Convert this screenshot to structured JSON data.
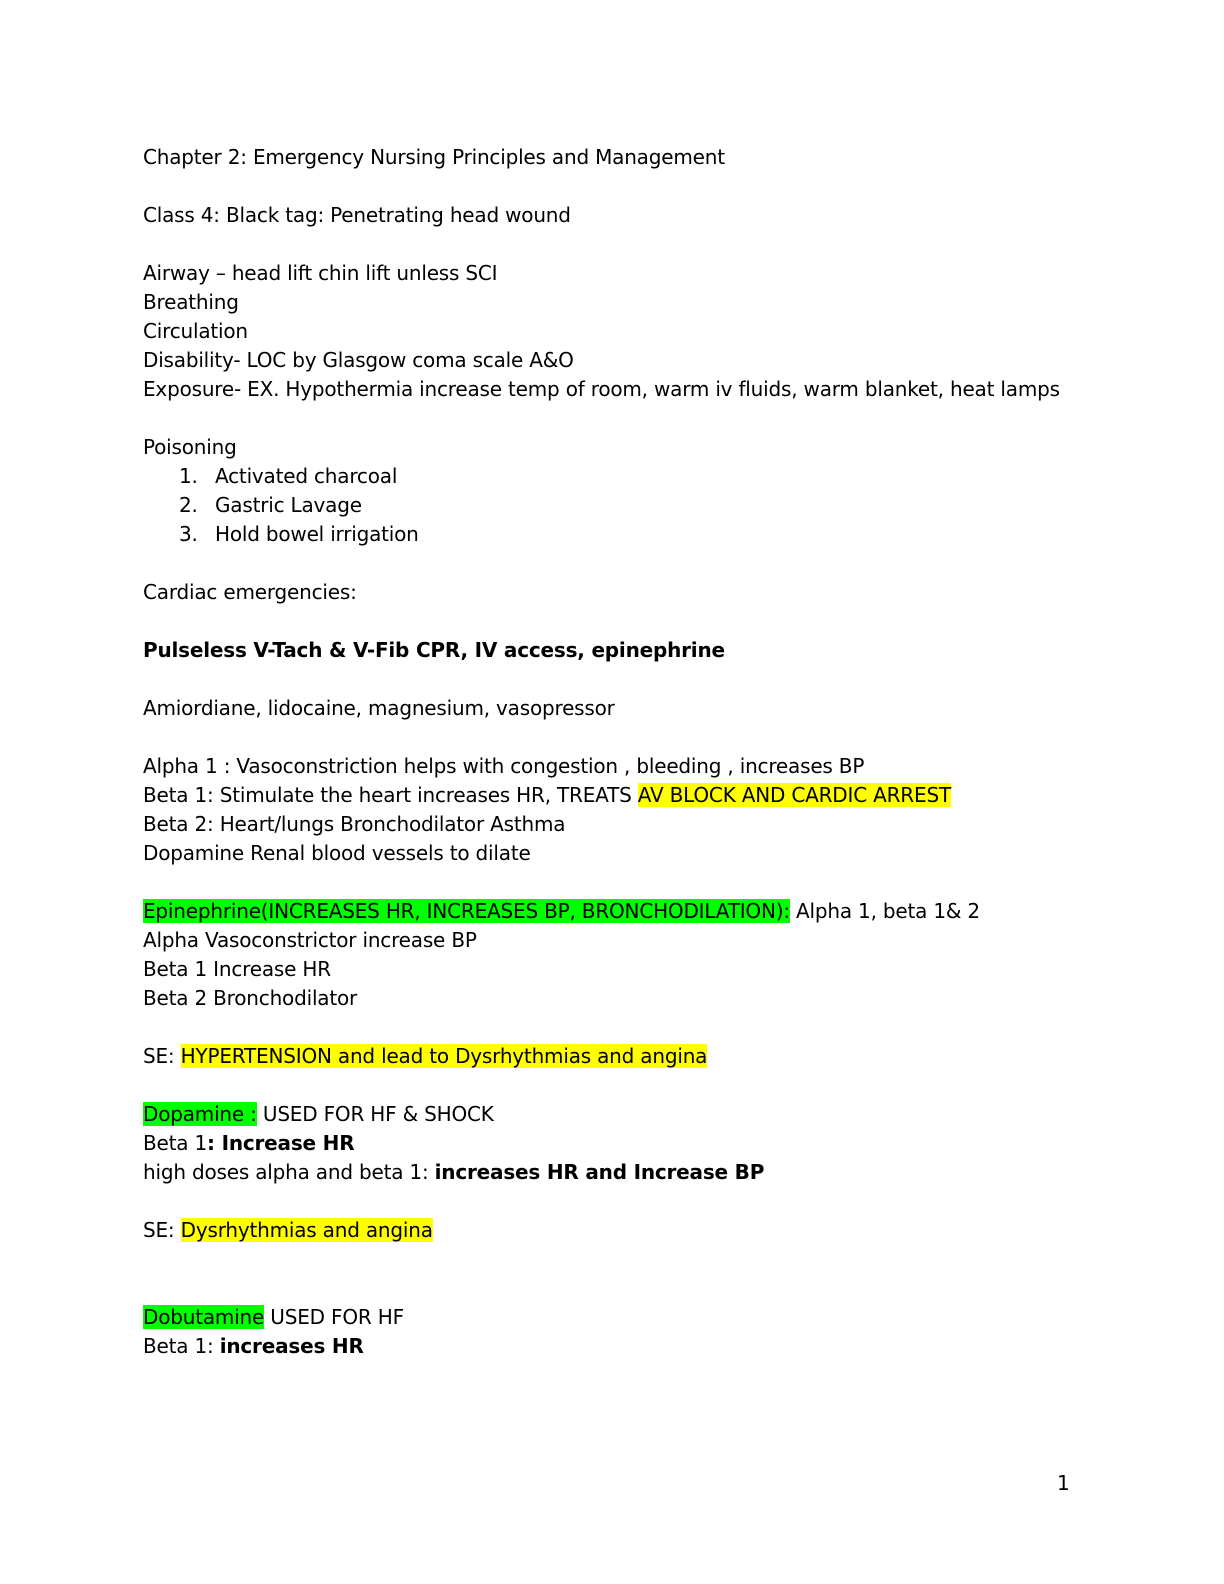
{
  "document": {
    "chapter_title": "Chapter 2: Emergency Nursing Principles and Management",
    "class_line": "Class 4: Black tag: Penetrating head wound",
    "abcde": [
      "Airway – head lift chin lift unless SCI",
      "Breathing",
      "Circulation",
      "Disability- LOC by Glasgow coma scale A&O"
    ],
    "exposure": {
      "a": "Exposure- EX. Hypothermia",
      "b": " increase temp of room, warm iv fluids, warm blanket, heat lamps"
    },
    "poisoning": {
      "heading": "Poisoning",
      "items": [
        {
          "num": "1.",
          "text": "Activated charcoal"
        },
        {
          "num": "2.",
          "text": "Gastric Lavage"
        },
        {
          "num": "3.",
          "text": "Hold bowel irrigation"
        }
      ]
    },
    "cardiac_heading": "Cardiac emergencies:",
    "pulseless": {
      "a": "Pulseless V-Tach & V-Fib ",
      "b": " CPR, IV access, epinephrine"
    },
    "drugs_line": "Amiordiane, lidocaine, magnesium, vasopressor",
    "receptors": {
      "alpha1": {
        "a": "Alpha 1 : Vasoconstriction ",
        "b": " helps with congestion , bleeding , increases BP"
      },
      "beta1": {
        "a": "Beta 1: Stimulate the heart ",
        "b": " increases HR, TREATS ",
        "c": "AV BLOCK AND CARDIC ARREST"
      },
      "beta2": {
        "a": "Beta 2: Heart/lungs",
        "b": " Bronchodilator ",
        "c": " Asthma"
      },
      "dopamine": {
        "a": "Dopamine ",
        "b": " Renal blood vessels to dilate"
      }
    },
    "epinephrine": {
      "name": "Epinephrine(INCREASES HR, INCREASES BP, BRONCHODILATION):",
      "receptors": " Alpha 1, beta 1& 2",
      "lines": [
        "Alpha Vasoconstrictor increase BP",
        "Beta 1 Increase HR",
        "Beta 2 Bronchodilator"
      ],
      "se_label": "SE: ",
      "se_text": "HYPERTENSION and lead to Dysrhythmias and angina"
    },
    "dopamine": {
      "name": "Dopamine  :",
      "use": " USED FOR HF & SHOCK",
      "beta_a": "Beta 1",
      "beta_b": ": Increase HR",
      "high_a": "high doses alpha and beta 1: ",
      "high_b": "increases HR and Increase BP",
      "se_label": "SE: ",
      "se_text": "Dysrhythmias and angina"
    },
    "dobutamine": {
      "name": "Dobutamine",
      "use": " USED FOR HF",
      "beta_a": "Beta 1: ",
      "beta_b": "increases HR"
    },
    "missing_glyph": "",
    "page_number": "1"
  }
}
